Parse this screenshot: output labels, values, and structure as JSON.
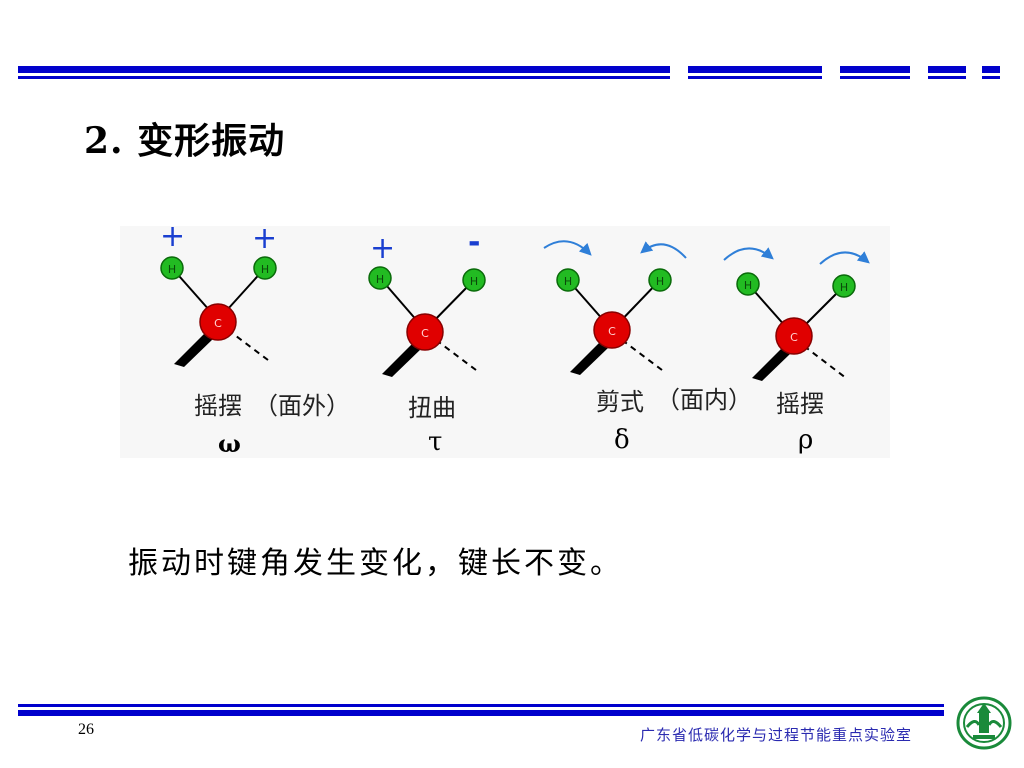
{
  "slide": {
    "title": "2. 变形振动",
    "caption": "振动时键角发生变化，键长不变。",
    "page_number": "26",
    "footer_org": "广东省低碳化学与过程节能重点实验室"
  },
  "figure": {
    "atom_h": "H",
    "atom_c": "C",
    "modes": [
      {
        "signs": [
          "+",
          "+"
        ],
        "symbol": "ω"
      },
      {
        "signs": [
          "+",
          "-"
        ],
        "symbol": "τ"
      },
      {
        "signs": [],
        "symbol": "δ"
      },
      {
        "signs": [],
        "symbol": "ρ"
      }
    ],
    "labels": {
      "wagging": "摇摆",
      "out_of_plane": "（面外）",
      "twisting": "扭曲",
      "scissoring": "剪式",
      "in_plane": "（面内）",
      "rocking": "摇摆"
    }
  },
  "colors": {
    "header_blue": "#0000cc",
    "carbon_red": "#e00000",
    "hydrogen_green": "#22bb22",
    "sign_blue": "#1a3fd0",
    "arrow_blue": "#2f7fd8",
    "footer_text": "#2a2ab0",
    "logo_green": "#1a8a3a"
  }
}
